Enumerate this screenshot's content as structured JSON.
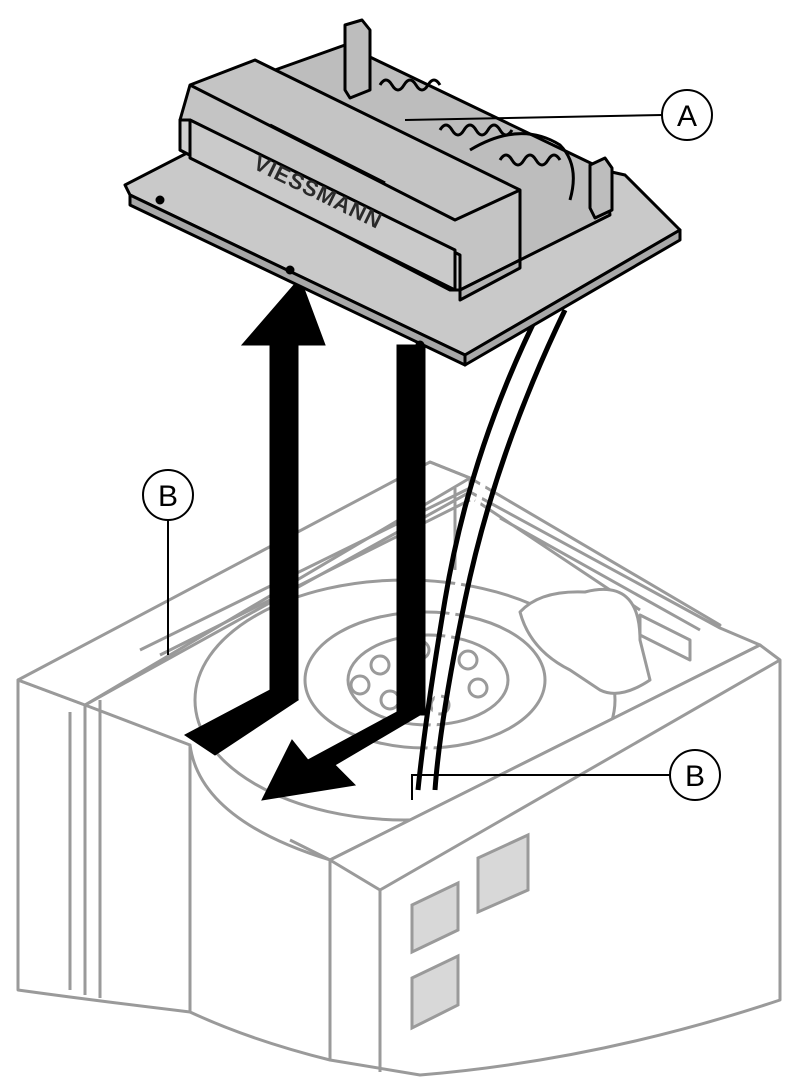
{
  "labels": {
    "a": "A",
    "b_left": "B",
    "b_right": "B"
  },
  "brand": "VIESSMANN",
  "colors": {
    "housing_line": "#9a9a9a",
    "housing_fill": "#ffffff",
    "panel_fill": "#cfcfcf",
    "module_fill": "#bdbdbd",
    "arrow_fill": "#000000",
    "vent_fill": "#d8d8d8"
  }
}
